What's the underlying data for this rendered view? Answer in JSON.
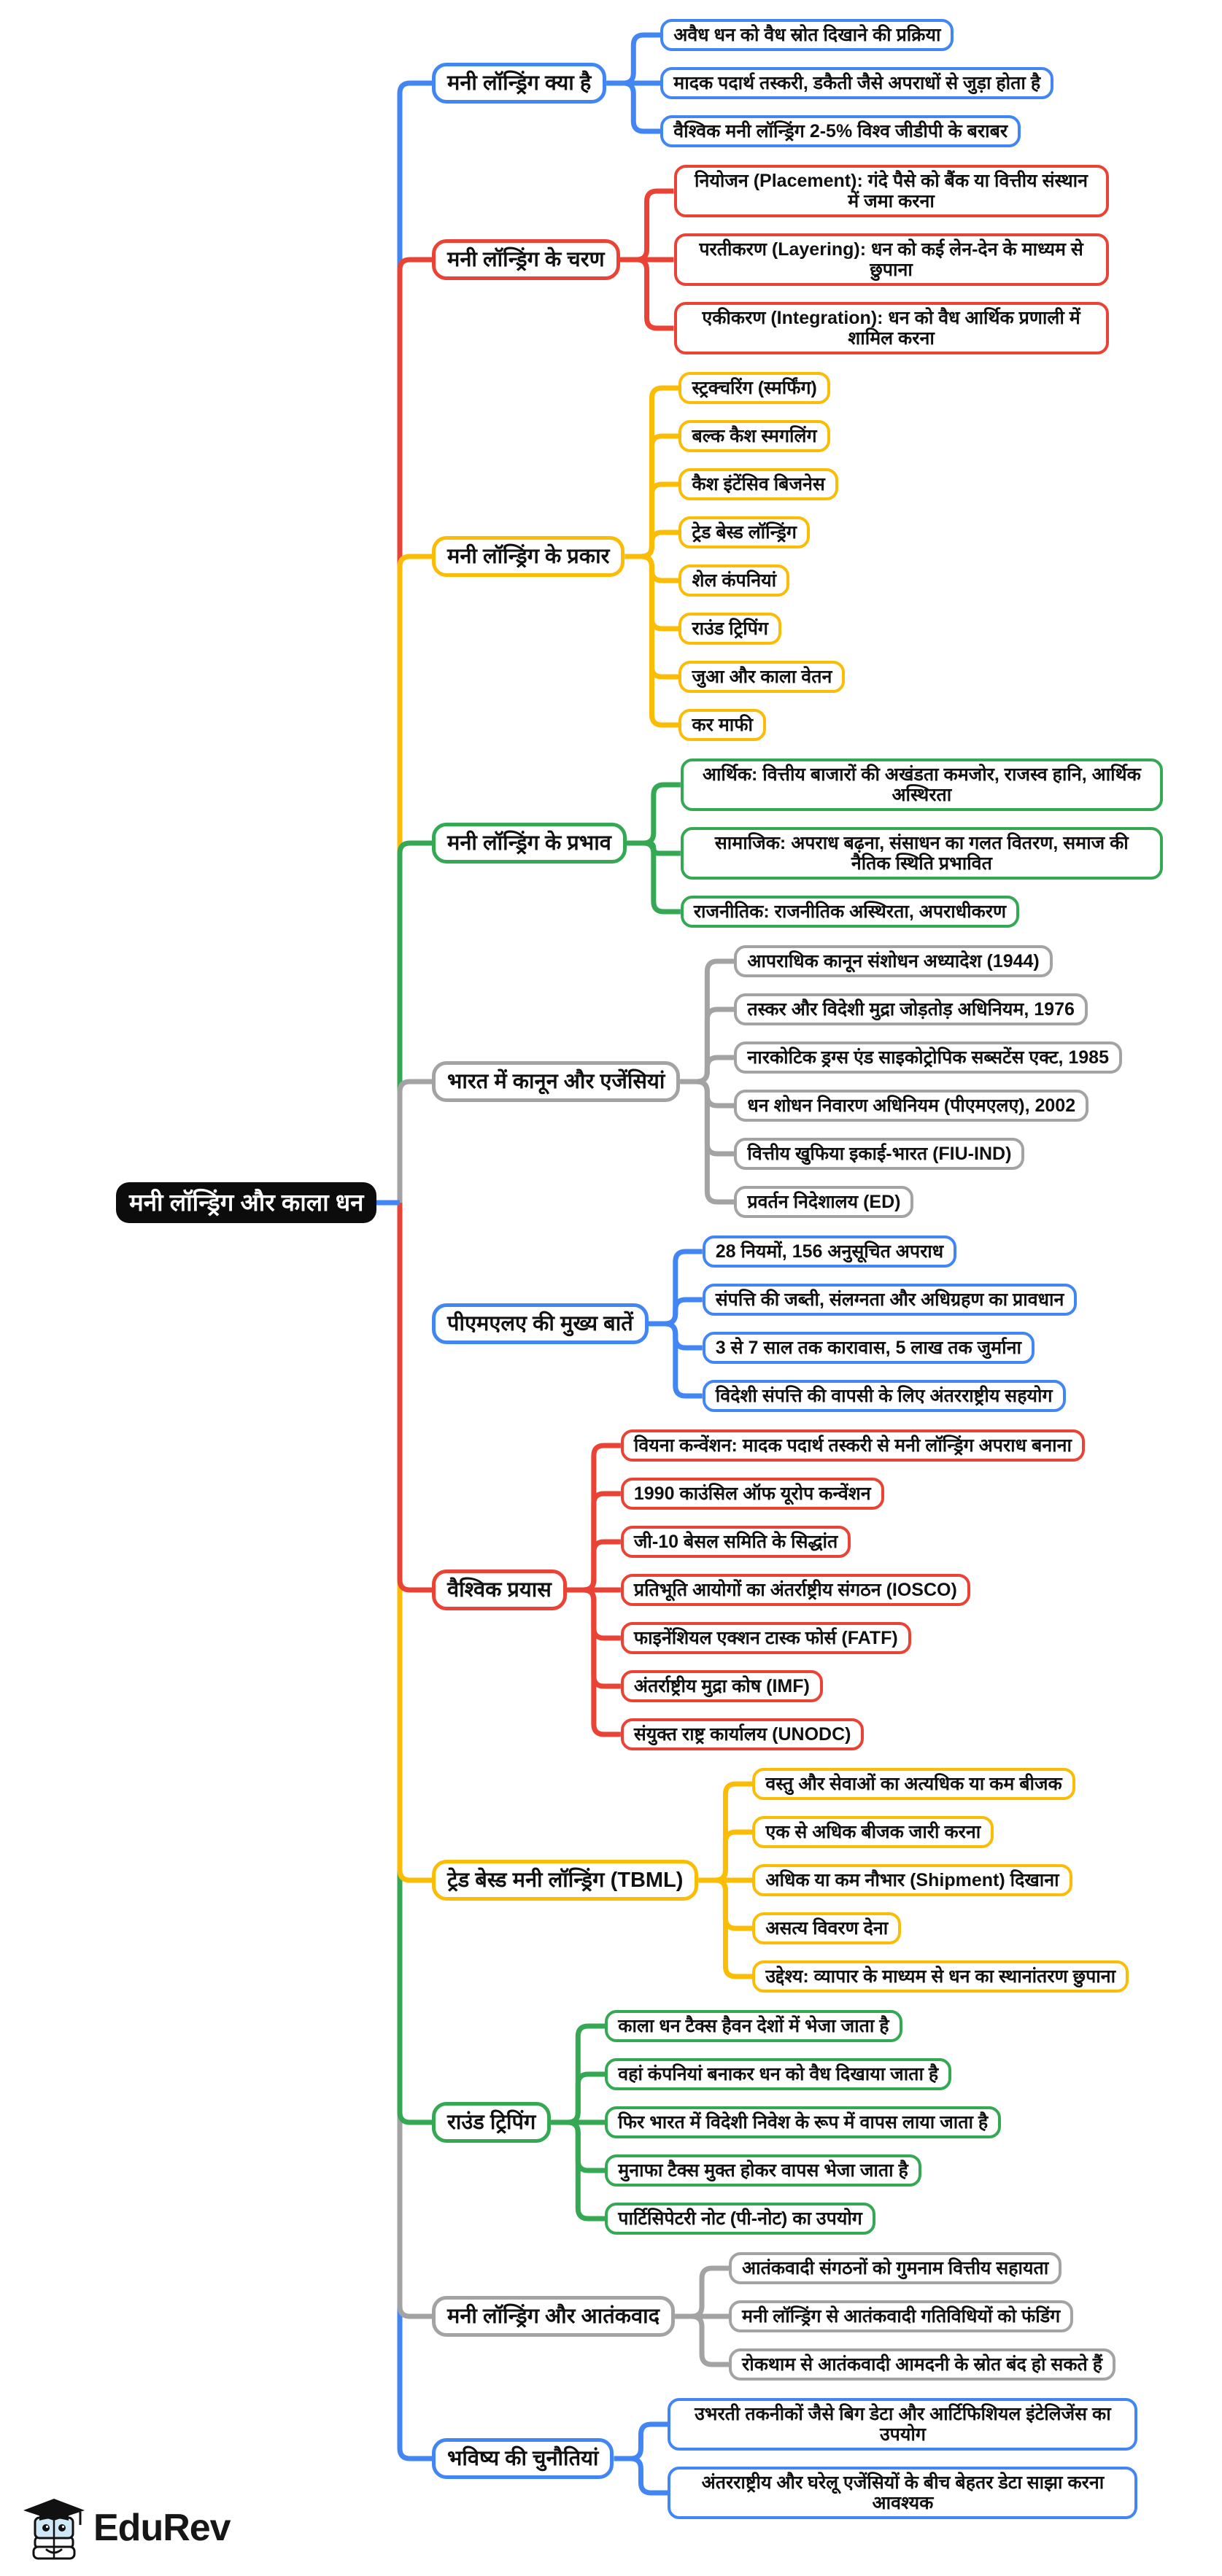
{
  "title": "मनी लॉन्ड्रिंग और काला धन",
  "logo": {
    "text": "EduRev"
  },
  "palette": {
    "blue": "#4285F4",
    "red": "#EA4335",
    "yellow": "#FBBC05",
    "green": "#34A853",
    "gray": "#A3A3A3",
    "center_bg": "#0c0c0c",
    "center_text": "#ffffff"
  },
  "branches": [
    {
      "label": "मनी लॉन्ड्रिंग क्या है",
      "color": "#4285F4",
      "children": [
        "अवैध धन को वैध स्रोत दिखाने की प्रक्रिया",
        "मादक पदार्थ तस्करी, डकैती जैसे अपराधों से जुड़ा होता है",
        "वैश्विक मनी लॉन्ड्रिंग 2-5% विश्व जीडीपी के बराबर"
      ]
    },
    {
      "label": "मनी लॉन्ड्रिंग के चरण",
      "color": "#EA4335",
      "children": [
        "नियोजन (Placement): गंदे पैसे को बैंक या वित्तीय संस्थान में जमा करना",
        "परतीकरण (Layering): धन को कई लेन-देन के माध्यम से छुपाना",
        "एकीकरण (Integration): धन को वैध आर्थिक प्रणाली में शामिल करना"
      ]
    },
    {
      "label": "मनी लॉन्ड्रिंग के प्रकार",
      "color": "#FBBC05",
      "children": [
        "स्ट्रक्चरिंग (स्मर्फिंग)",
        "बल्क कैश स्मगलिंग",
        "कैश इंटेंसिव बिजनेस",
        "ट्रेड बेस्ड लॉन्ड्रिंग",
        "शेल कंपनियां",
        "राउंड ट्रिपिंग",
        "जुआ और काला वेतन",
        "कर माफी"
      ]
    },
    {
      "label": "मनी लॉन्ड्रिंग के प्रभाव",
      "color": "#34A853",
      "children": [
        "आर्थिक: वित्तीय बाजारों की अखंडता कमजोर, राजस्व हानि, आर्थिक अस्थिरता",
        "सामाजिक: अपराध बढ़ना, संसाधन का गलत वितरण, समाज की नैतिक स्थिति प्रभावित",
        "राजनीतिक: राजनीतिक अस्थिरता, अपराधीकरण"
      ]
    },
    {
      "label": "भारत में कानून और एजेंसियां",
      "color": "#A3A3A3",
      "children": [
        "आपराधिक कानून संशोधन अध्यादेश (1944)",
        "तस्कर और विदेशी मुद्रा जोड़तोड़ अधिनियम, 1976",
        "नारकोटिक ड्रग्स एंड साइकोट्रोपिक सब्सटेंस एक्ट, 1985",
        "धन शोधन निवारण अधिनियम (पीएमएलए), 2002",
        "वित्तीय खुफिया इकाई-भारत (FIU-IND)",
        "प्रवर्तन निदेशालय (ED)"
      ]
    },
    {
      "label": "पीएमएलए की मुख्य बातें",
      "color": "#4285F4",
      "children": [
        "28 नियमों, 156 अनुसूचित अपराध",
        "संपत्ति की जब्ती, संलग्नता और अधिग्रहण का प्रावधान",
        "3 से 7 साल तक कारावास, 5 लाख तक जुर्माना",
        "विदेशी संपत्ति की वापसी के लिए अंतरराष्ट्रीय सहयोग"
      ]
    },
    {
      "label": "वैश्विक प्रयास",
      "color": "#EA4335",
      "children": [
        "वियना कन्वेंशन: मादक पदार्थ तस्करी से मनी लॉन्ड्रिंग अपराध बनाना",
        "1990 काउंसिल ऑफ यूरोप कन्वेंशन",
        "जी-10 बेसल समिति के सिद्धांत",
        "प्रतिभूति आयोगों का अंतर्राष्ट्रीय संगठन (IOSCO)",
        "फाइनेंशियल एक्शन टास्क फोर्स (FATF)",
        "अंतर्राष्ट्रीय मुद्रा कोष (IMF)",
        "संयुक्त राष्ट्र कार्यालय (UNODC)"
      ]
    },
    {
      "label": "ट्रेड बेस्ड मनी लॉन्ड्रिंग (TBML)",
      "color": "#FBBC05",
      "children": [
        "वस्तु और सेवाओं का अत्यधिक या कम बीजक",
        "एक से अधिक बीजक जारी करना",
        "अधिक या कम नौभार (Shipment) दिखाना",
        "असत्य विवरण देना",
        "उद्देश्य: व्यापार के माध्यम से धन का स्थानांतरण छुपाना"
      ]
    },
    {
      "label": "राउंड ट्रिपिंग",
      "color": "#34A853",
      "children": [
        "काला धन टैक्स हैवन देशों में भेजा जाता है",
        "वहां कंपनियां बनाकर धन को वैध दिखाया जाता है",
        "फिर भारत में विदेशी निवेश के रूप में वापस लाया जाता है",
        "मुनाफा टैक्स मुक्त होकर वापस भेजा जाता है",
        "पार्टिसिपेटरी नोट (पी-नोट) का उपयोग"
      ]
    },
    {
      "label": "मनी लॉन्ड्रिंग और आतंकवाद",
      "color": "#A3A3A3",
      "children": [
        "आतंकवादी संगठनों को गुमनाम वित्तीय सहायता",
        "मनी लॉन्ड्रिंग से आतंकवादी गतिविधियों को फंडिंग",
        "रोकथाम से आतंकवादी आमदनी के स्रोत बंद हो सकते हैं"
      ]
    },
    {
      "label": "भविष्य की चुनौतियां",
      "color": "#4285F4",
      "children": [
        "उभरती तकनीकों जैसे बिग डेटा और आर्टिफिशियल इंटेलिजेंस का उपयोग",
        "अंतरराष्ट्रीय और घरेलू एजेंसियों के बीच बेहतर डेटा साझा करना आवश्यक"
      ]
    }
  ]
}
